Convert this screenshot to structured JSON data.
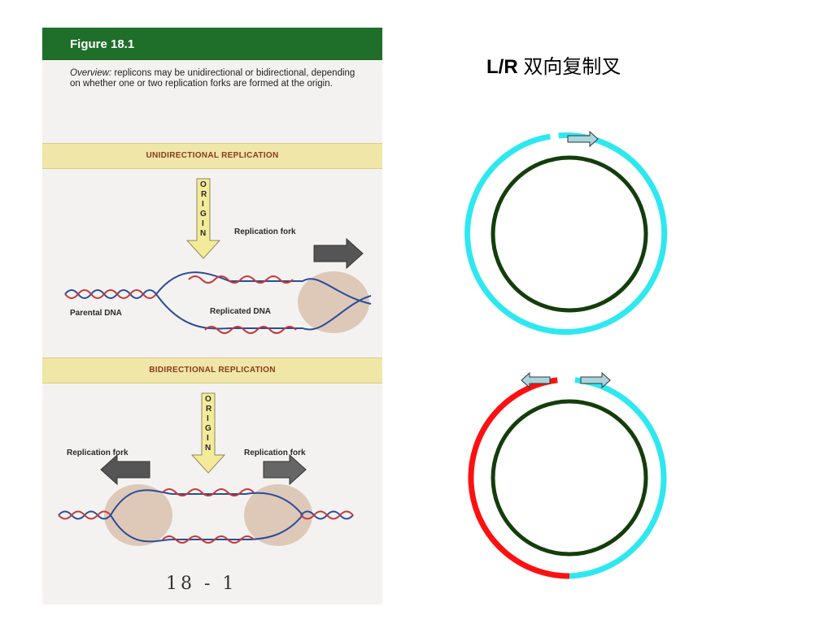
{
  "figure": {
    "title": "Figure 18.1",
    "overview_label": "Overview:",
    "overview_text": " replicons may be unidirectional or bidirectional, depending on whether one or two replication forks are formed at the origin.",
    "uni_banner": "UNIDIRECTIONAL REPLICATION",
    "bi_banner": "BIDIRECTIONAL REPLICATION",
    "origin_letters": [
      "O",
      "R",
      "I",
      "G",
      "I",
      "N"
    ],
    "replication_fork": "Replication fork",
    "parental_dna": "Parental DNA",
    "replicated_dna": "Replicated DNA",
    "handwritten_note": "18 - 1"
  },
  "slide": {
    "title_bold": "L/R",
    "title_rest": " 双向复制叉"
  },
  "colors": {
    "figure_header": "#1f6e2a",
    "banner": "#efe6a8",
    "strand_cyan": "#2ee8f0",
    "strand_red": "#ff1010",
    "inner_circle": "#143d0c",
    "arrow_fill": "#a9d6dc"
  }
}
